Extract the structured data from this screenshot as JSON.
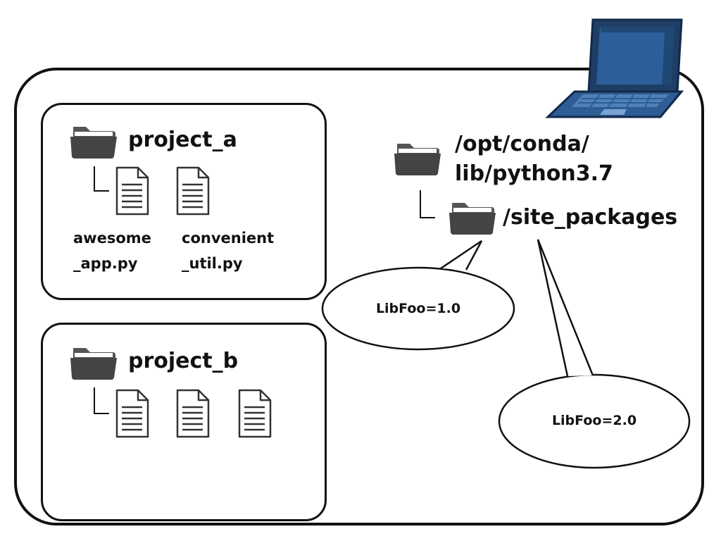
{
  "machine": {
    "icon": "laptop-icon"
  },
  "project_a": {
    "folder_icon": "folder-icon",
    "name": "project_a",
    "files": [
      {
        "icon": "file-icon",
        "line1": "awesome",
        "line2": "_app.py"
      },
      {
        "icon": "file-icon",
        "line1": "convenient",
        "line2": "_util.py"
      }
    ]
  },
  "project_b": {
    "folder_icon": "folder-icon",
    "name": "project_b",
    "files": [
      {
        "icon": "file-icon"
      },
      {
        "icon": "file-icon"
      },
      {
        "icon": "file-icon"
      }
    ]
  },
  "system_python": {
    "folder_icon": "folder-icon",
    "path_line1": "/opt/conda/",
    "path_line2": "lib/python3.7",
    "site_packages": {
      "folder_icon": "folder-icon",
      "name": "/site_packages"
    }
  },
  "callouts": [
    {
      "text": "LibFoo=1.0"
    },
    {
      "text": "LibFoo=2.0"
    }
  ]
}
